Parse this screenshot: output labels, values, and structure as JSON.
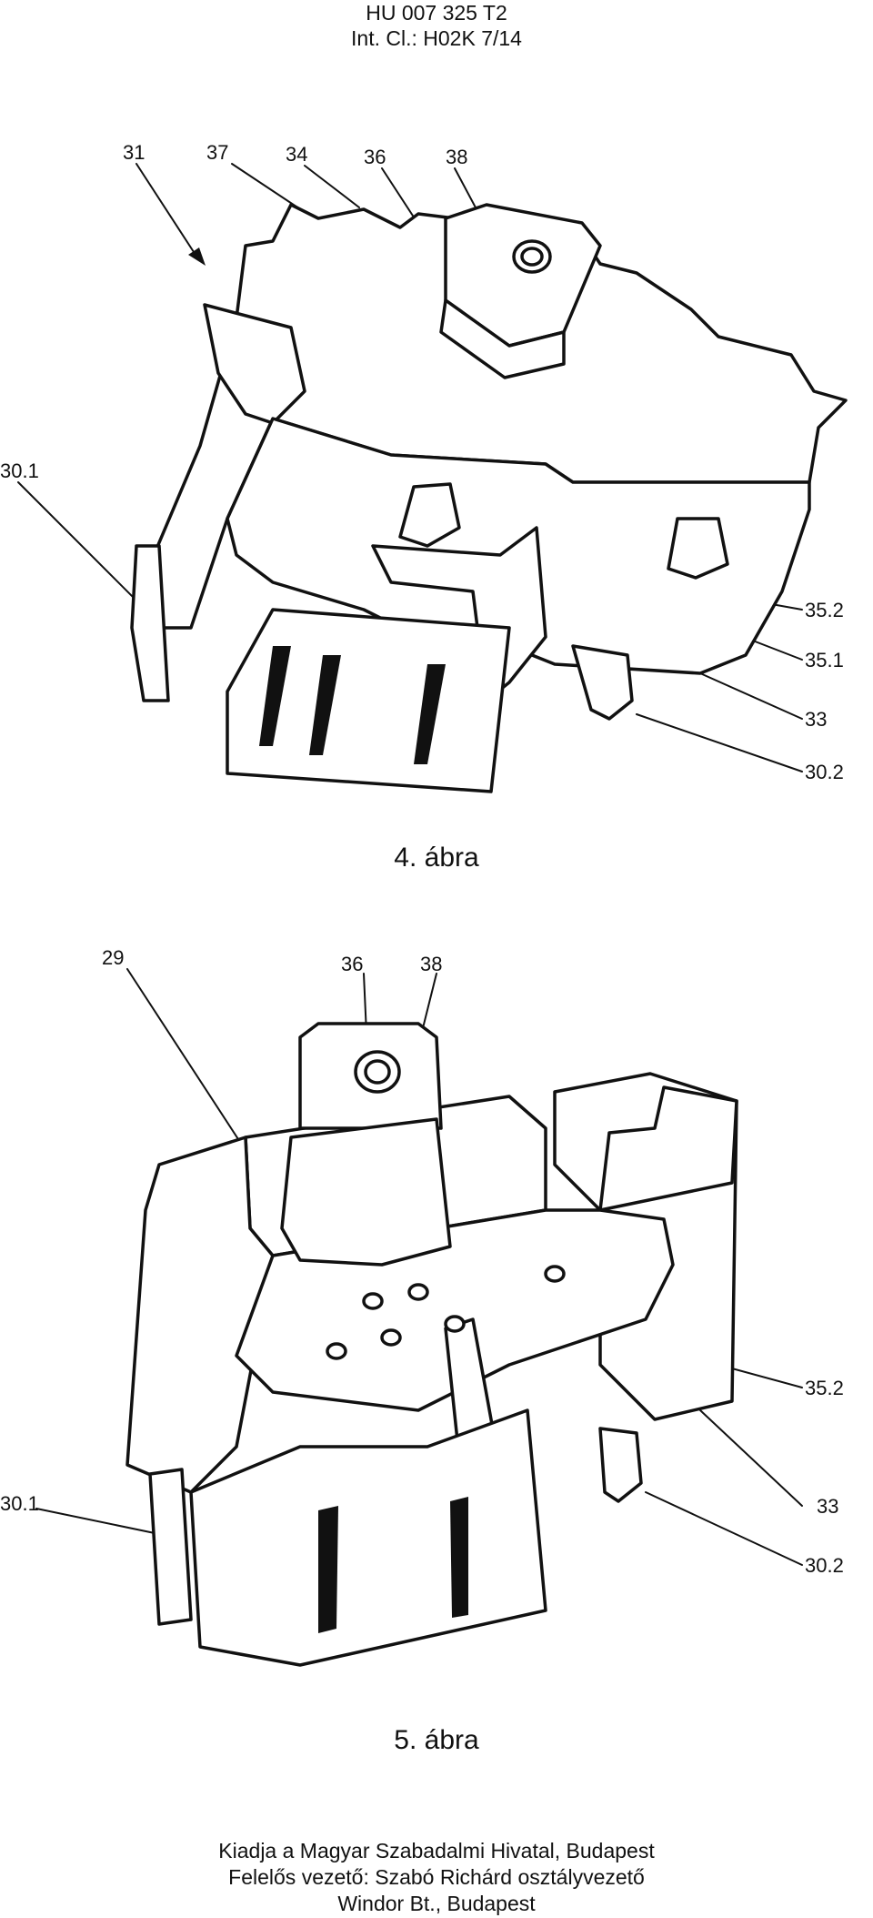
{
  "header": {
    "line1": "HU 007 325 T2",
    "line2": "Int. Cl.: H02K 7/14"
  },
  "figure4": {
    "caption": "4. ábra",
    "labels": {
      "l31": "31",
      "l37": "37",
      "l34": "34",
      "l36": "36",
      "l38": "38",
      "l30_1": "30.1",
      "l35_2": "35.2",
      "l35_1": "35.1",
      "l33": "33",
      "l30_2": "30.2"
    }
  },
  "figure5": {
    "caption": "5. ábra",
    "labels": {
      "l29": "29",
      "l36": "36",
      "l38": "38",
      "l35_2": "35.2",
      "l33": "33",
      "l30_1": "30.1",
      "l30_2": "30.2"
    }
  },
  "footer": {
    "line1": "Kiadja a Magyar Szabadalmi Hivatal, Budapest",
    "line2": "Felelős vezető: Szabó Richárd osztályvezető",
    "line3": "Windor Bt., Budapest"
  }
}
